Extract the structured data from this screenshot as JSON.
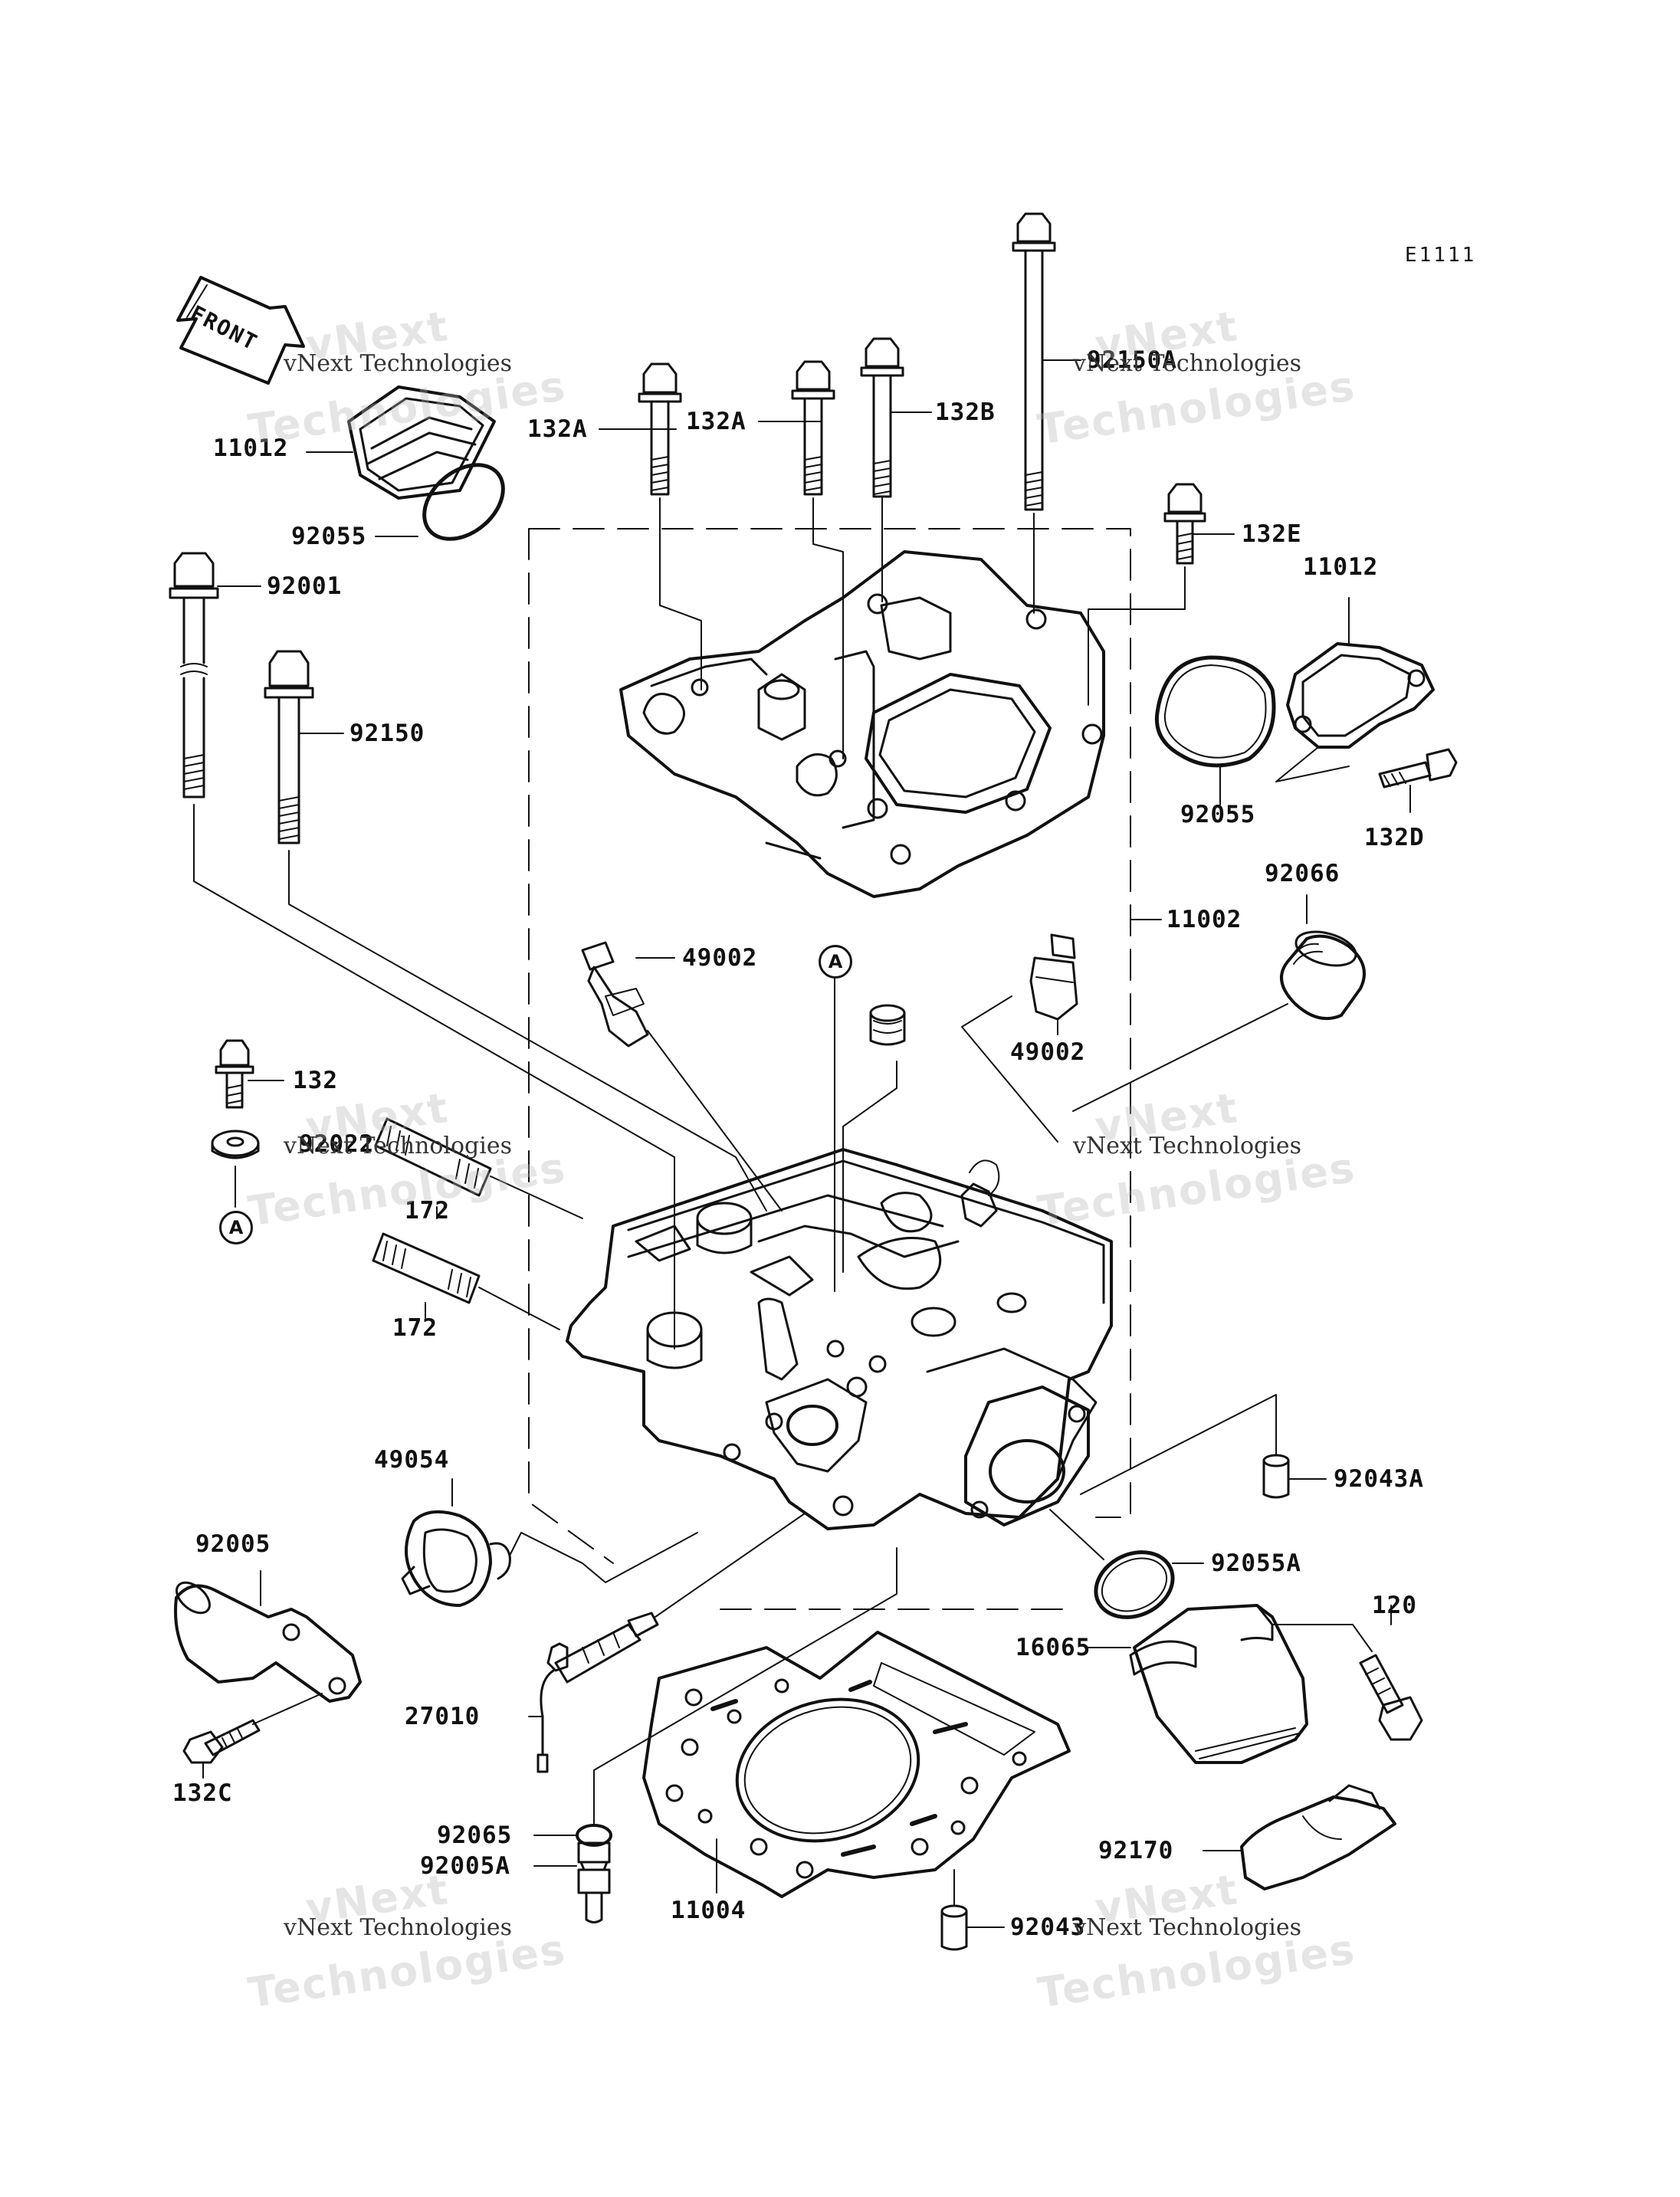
{
  "diagram_code": "E1111",
  "front_label": "FRONT",
  "ref_marker": "A",
  "watermark": {
    "line1": "vNext Technologies",
    "line2": "vNext",
    "line3": "Technologies"
  },
  "parts": {
    "p11012_top": "11012",
    "p92055_top": "92055",
    "p92001": "92001",
    "p92150": "92150",
    "p132A_1": "132A",
    "p132A_2": "132A",
    "p132B": "132B",
    "p92150A": "92150A",
    "p132E": "132E",
    "p11012_right": "11012",
    "p92055_right": "92055",
    "p132D": "132D",
    "p92066": "92066",
    "p11002": "11002",
    "p49002_left": "49002",
    "p49002_right": "49002",
    "p132": "132",
    "p92022": "92022",
    "p172_1": "172",
    "p172_2": "172",
    "p49054": "49054",
    "p92005": "92005",
    "p132C": "132C",
    "p27010": "27010",
    "p92065": "92065",
    "p92005A": "92005A",
    "p11004": "11004",
    "p92043": "92043",
    "p92043A": "92043A",
    "p92055A": "92055A",
    "p16065": "16065",
    "p120": "120",
    "p92170": "92170"
  }
}
